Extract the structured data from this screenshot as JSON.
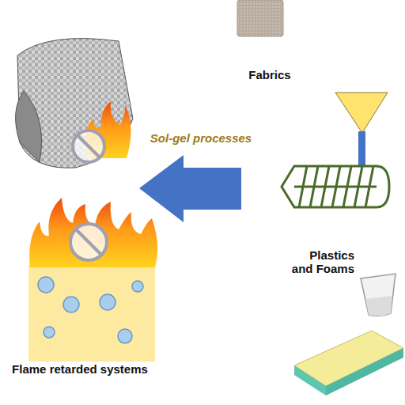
{
  "diagram": {
    "labels": [
      "Fabrics",
      "Sol-gel processes",
      "Plastics and Foams",
      "Flame retarded systems"
    ]
  }
}
